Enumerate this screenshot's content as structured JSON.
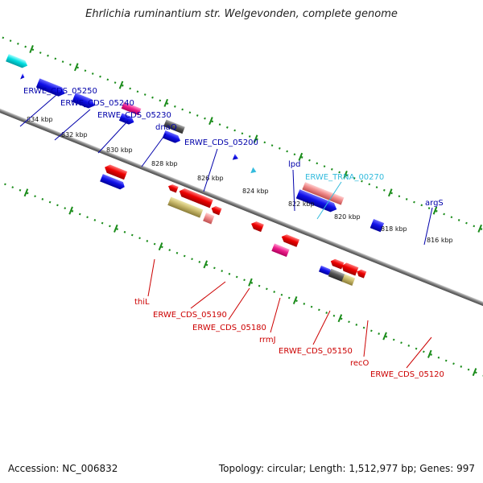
{
  "title": "Ehrlichia ruminantium str. Welgevonden, complete genome",
  "footer": {
    "accession": "Accession: NC_006832",
    "summary": "Topology: circular; Length: 1,512,977 bp; Genes: 997"
  },
  "colors": {
    "backbone": "#808080",
    "tick_dots": "#1a8c1a",
    "label_top": "#0000aa",
    "label_bottom": "#cc0000",
    "label_trna": "#33bbdd"
  },
  "ticks": [
    "834 kbp",
    "832 kbp",
    "830 kbp",
    "828 kbp",
    "826 kbp",
    "824 kbp",
    "822 kbp",
    "820 kbp",
    "818 kbp",
    "816 kbp"
  ],
  "labels_top": [
    {
      "text": "ERWE_CDS_05250",
      "color": "#0000aa"
    },
    {
      "text": "ERWE_CDS_05240",
      "color": "#0000aa"
    },
    {
      "text": "ERWE_CDS_05230",
      "color": "#0000aa"
    },
    {
      "text": "dnaQ",
      "color": "#0000aa"
    },
    {
      "text": "ERWE_CDS_05200",
      "color": "#0000aa"
    },
    {
      "text": "lpd",
      "color": "#0000aa"
    },
    {
      "text": "ERWE_TRNA_00270",
      "color": "#33bbdd"
    },
    {
      "text": "argS",
      "color": "#0000aa"
    }
  ],
  "labels_bottom": [
    {
      "text": "thiL"
    },
    {
      "text": "ERWE_CDS_05190"
    },
    {
      "text": "ERWE_CDS_05180"
    },
    {
      "text": "rrmJ"
    },
    {
      "text": "ERWE_CDS_05150"
    },
    {
      "text": "recO"
    },
    {
      "text": "ERWE_CDS_05120"
    }
  ]
}
